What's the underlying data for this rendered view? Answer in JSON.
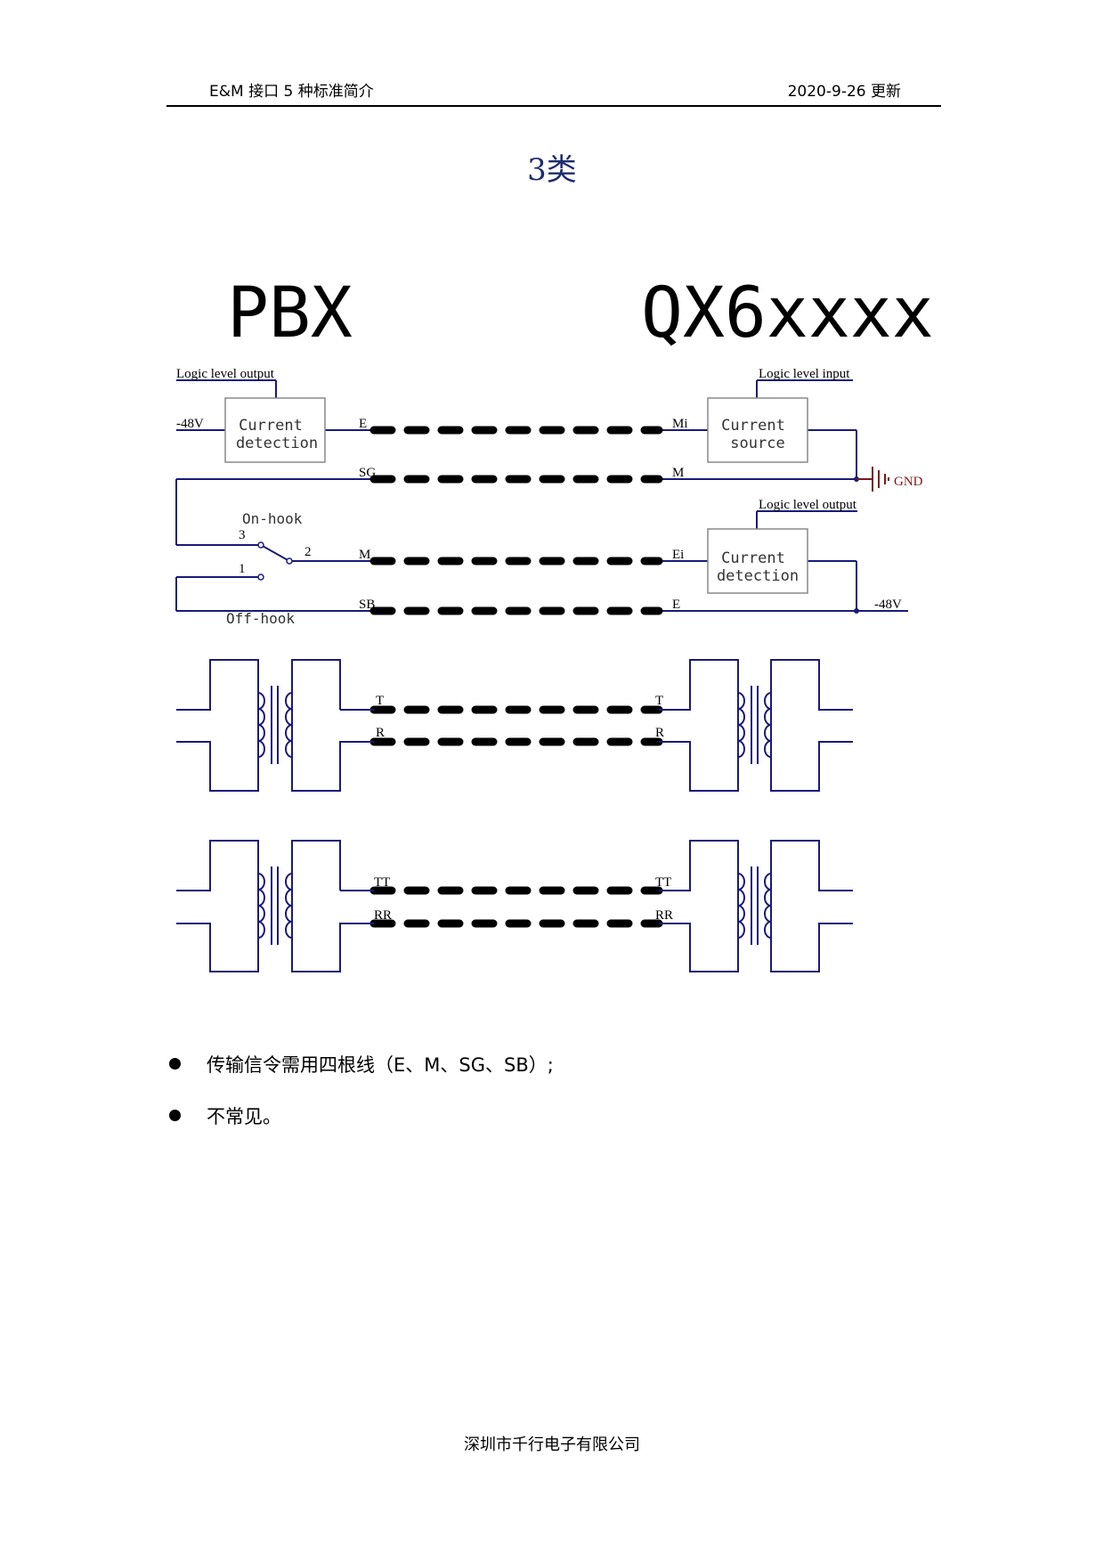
{
  "header": {
    "left": "E&M 接口 5 种标准简介",
    "right": "2020-9-26 更新"
  },
  "title": "3类",
  "diagram": {
    "left_device": "PBX",
    "right_device": "QX6xxxx",
    "labels": {
      "logic_out_left": "Logic level output",
      "logic_in_right": "Logic level input",
      "logic_out_right": "Logic level output",
      "neg48_left": "-48V",
      "neg48_right": "-48V",
      "gnd": "GND",
      "cd_left_1": "Current",
      "cd_left_2": "detection",
      "cs_right_1": "Current",
      "cs_right_2": "source",
      "cd_right_1": "Current",
      "cd_right_2": "detection",
      "on_hook": "On-hook",
      "off_hook": "Off-hook",
      "sw3": "3",
      "sw2": "2",
      "sw1": "1",
      "l_E": "E",
      "l_SG": "SG",
      "l_M": "M",
      "l_SB": "SB",
      "r_Mi": "Mi",
      "r_M": "M",
      "r_Ei": "Ei",
      "r_E": "E",
      "l_T": "T",
      "l_R": "R",
      "r_T": "T",
      "r_R": "R",
      "l_TT": "TT",
      "l_RR": "RR",
      "r_TT": "TT",
      "r_RR": "RR"
    },
    "colors": {
      "wire": "#1a1a7a",
      "gnd": "#7a1a1a",
      "cable": "#000000",
      "box": "#888888"
    }
  },
  "bullets": [
    "传输信令需用四根线（E、M、SG、SB）;",
    "不常见。"
  ],
  "footer": "深圳市千行电子有限公司"
}
